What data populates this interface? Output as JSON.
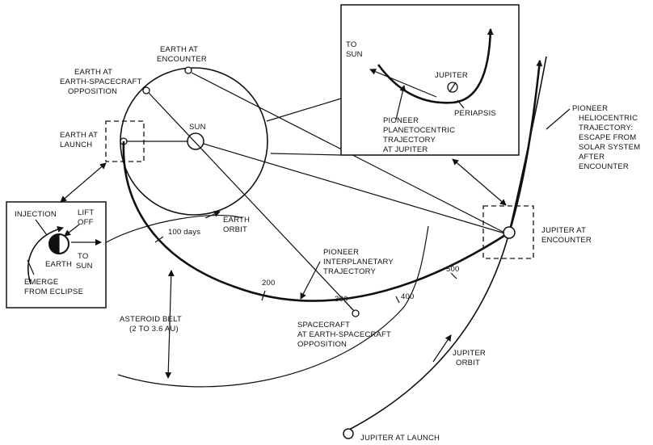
{
  "labels": {
    "earth_at_encounter": [
      "EARTH AT",
      "ENCOUNTER"
    ],
    "earth_at_opposition": [
      "EARTH AT",
      "EARTH-SPACECRAFT",
      "OPPOSITION"
    ],
    "earth_at_launch": [
      "EARTH AT",
      "LAUNCH"
    ],
    "sun": "SUN",
    "earth_orbit": [
      "EARTH",
      "ORBIT"
    ],
    "days_100": "100 days",
    "days_200": "200",
    "days_300": "300",
    "days_400": "400",
    "days_500": "500",
    "pioneer_interplanetary": [
      "PIONEER",
      "INTERPLANETARY",
      "TRAJECTORY"
    ],
    "asteroid_belt": [
      "ASTEROID BELT",
      "(2 TO 3.6 AU)"
    ],
    "spacecraft_opposition": [
      "SPACECRAFT",
      "AT EARTH-SPACECRAFT",
      "OPPOSITION"
    ],
    "jupiter_orbit": [
      "JUPITER",
      "ORBIT"
    ],
    "jupiter_at_launch": "JUPITER AT LAUNCH",
    "jupiter_at_encounter": [
      "JUPITER AT",
      "ENCOUNTER"
    ],
    "pioneer_heliocentric": [
      "PIONEER",
      "HELIOCENTRIC",
      "TRAJECTORY:",
      "ESCAPE FROM",
      "SOLAR SYSTEM",
      "AFTER",
      "ENCOUNTER"
    ]
  },
  "inset_jupiter": {
    "to_sun": [
      "TO",
      "SUN"
    ],
    "jupiter": "JUPITER",
    "periapsis": "PERIAPSIS",
    "planetocentric": [
      "PIONEER",
      "PLANETOCENTRIC",
      "TRAJECTORY",
      "AT JUPITER"
    ]
  },
  "inset_earth": {
    "injection": "INJECTION",
    "lift_off": [
      "LIFT",
      "OFF"
    ],
    "earth": "EARTH",
    "to_sun": [
      "TO",
      "SUN"
    ],
    "emerge": [
      "EMERGE",
      "FROM ECLIPSE"
    ]
  }
}
